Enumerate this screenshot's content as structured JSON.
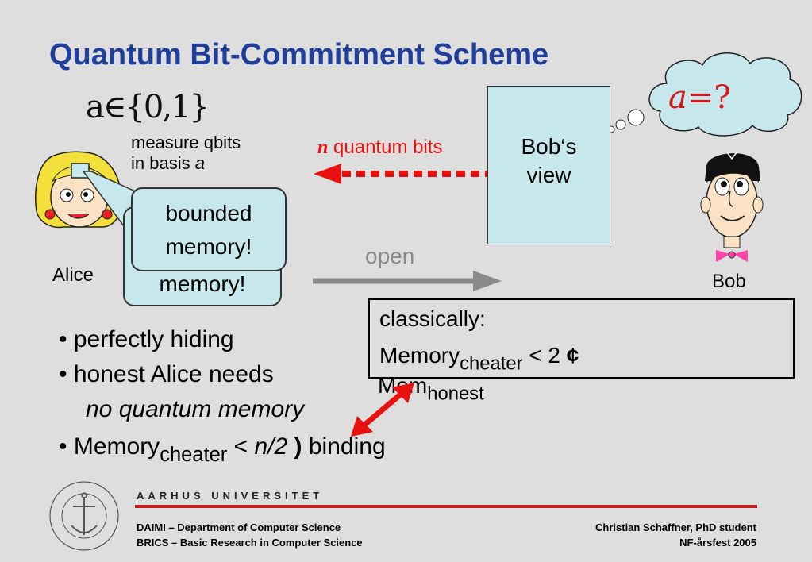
{
  "slide": {
    "title": "Quantum Bit-Commitment Scheme",
    "math_garbled": "a∈{0,1}",
    "measure_line1": "measure qbits",
    "measure_line2_prefix": "in basis",
    "measure_line2_var": "a",
    "quantum_bits_n": "n",
    "quantum_bits_label": "quantum bits",
    "bobs_view_line1": "Bob‘s",
    "bobs_view_line2": "view",
    "bounded_line1": "bounded",
    "bounded_line2": "memory!",
    "memory_back": "memory!",
    "alice": "Alice",
    "bob": "Bob",
    "open": "open",
    "cloud_var": "a",
    "cloud_rest": "=?",
    "classically": "classically:",
    "mem_cheater_main": "Memory",
    "mem_cheater_sub": "cheater",
    "mem_cheater_rest": "< 2",
    "cent": "¢",
    "mem_honest_main": "Mem",
    "mem_honest_sub": "honest",
    "bullet1": "• perfectly hiding",
    "bullet2": "• honest Alice needs",
    "bullet2b": "no quantum memory",
    "bullet3_main": "• Memory",
    "bullet3_sub": "cheater",
    "bullet3_lt": "<",
    "bullet3_n": "n/2",
    "bullet3_paren": ")",
    "bullet3_rest": "binding"
  },
  "footer": {
    "university": "AARHUS UNIVERSITET",
    "left_line1": "DAIMI – Department of Computer Science",
    "left_line2": "BRICS – Basic Research in Computer Science",
    "right_line1": "Christian Schaffner, PhD student",
    "right_line2": "NF-årsfest 2005"
  },
  "colors": {
    "title": "#1f3f9b",
    "accent_red": "#e8110f",
    "box_fill": "#c6e8ec",
    "background": "#dedede"
  }
}
